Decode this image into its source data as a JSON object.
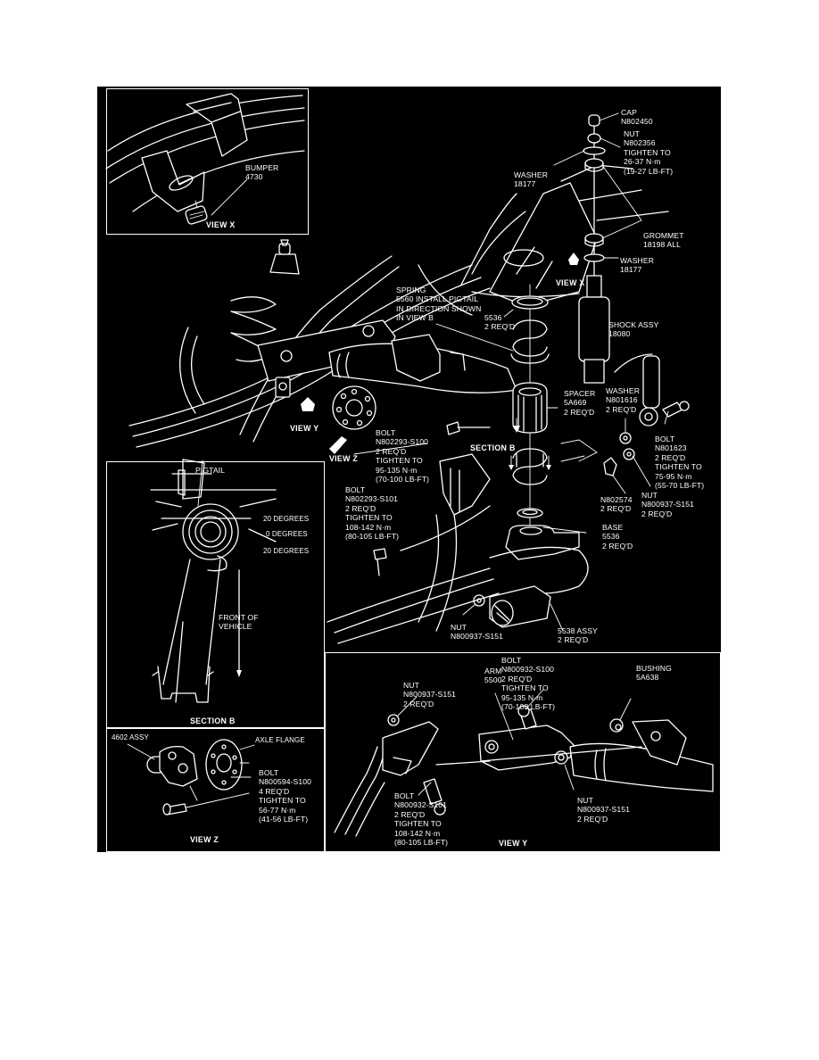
{
  "diagram": {
    "subject": "Rear suspension exploded view",
    "colors": {
      "background": "#000000",
      "linework": "#ffffff",
      "page": "#ffffff"
    },
    "view_x": {
      "title": "VIEW X",
      "bumper": [
        "BUMPER",
        "4730"
      ]
    },
    "main": {
      "cap": [
        "CAP",
        "N802450"
      ],
      "nut_top": [
        "NUT",
        "N802356",
        "TIGHTEN TO",
        "26-37 N·m",
        "(19-27 LB-FT)"
      ],
      "washer_top": [
        "WASHER",
        "18177"
      ],
      "grommet": [
        "GROMMET",
        "18198 ALL"
      ],
      "washer_lower": [
        "WASHER",
        "18177"
      ],
      "view_x_marker": "VIEW X",
      "spring": [
        "SPRING",
        "5560 INSTALL PIGTAIL",
        "IN DIRECTION SHOWN",
        "IN VIEW B"
      ],
      "insulator": [
        "5536",
        "2 REQ'D"
      ],
      "shock": [
        "SHOCK ASSY",
        "18080"
      ],
      "spacer": [
        "SPACER",
        "5A669",
        "2 REQ'D"
      ],
      "washer_shock": [
        "WASHER",
        "N801616",
        "2 REQ'D"
      ],
      "bolt_shock": [
        "BOLT",
        "N801623",
        "2 REQ'D",
        "TIGHTEN TO",
        "75-95 N·m",
        "(55-70 LB-FT)"
      ],
      "nut_shock": [
        "NUT",
        "N800937-S151",
        "2 REQ'D"
      ],
      "clip": [
        "N802574",
        "2 REQ'D"
      ],
      "base": [
        "BASE",
        "5536",
        "2 REQ'D"
      ],
      "view_y_marker": "VIEW Y",
      "view_z_marker": "VIEW Z",
      "section_b_marker": "SECTION B",
      "bolt_upper": [
        "BOLT",
        "N802293-S100",
        "2 REQ'D",
        "TIGHTEN TO",
        "95-135 N·m",
        "(70-100 LB-FT)"
      ],
      "bolt_lower": [
        "BOLT",
        "N802293-S101",
        "2 REQ'D",
        "TIGHTEN TO",
        "108-142 N·m",
        "(80-105 LB-FT)"
      ],
      "nut_frame": [
        "NUT",
        "N800937-S151"
      ],
      "assy_5538": [
        "5538 ASSY",
        "2 REQ'D"
      ]
    },
    "section_b": {
      "title": "SECTION B",
      "pigtail": "PIGTAIL",
      "angles": [
        "20 DEGREES",
        "0 DEGREES",
        "20 DEGREES"
      ],
      "front": [
        "FRONT OF",
        "VEHICLE"
      ]
    },
    "view_z": {
      "title": "VIEW Z",
      "assy": "4602 ASSY",
      "flange": "AXLE FLANGE",
      "bolt": [
        "BOLT",
        "N800594-S100",
        "4 REQ'D",
        "TIGHTEN TO",
        "56-77 N·m",
        "(41-56 LB-FT)"
      ]
    },
    "view_y": {
      "title": "VIEW Y",
      "nut_left": [
        "NUT",
        "N800937-S151",
        "2 REQ'D"
      ],
      "arm": [
        "ARM",
        "5500"
      ],
      "bolt_top": [
        "BOLT",
        "N800932-S100",
        "2 REQ'D",
        "TIGHTEN TO",
        "95-135 N·m",
        "(70-100 LB-FT)"
      ],
      "bushing": [
        "BUSHING",
        "5A638"
      ],
      "bolt_bottom": [
        "BOLT",
        "N800932-S101",
        "2 REQ'D",
        "TIGHTEN TO",
        "108-142 N·m",
        "(80-105 LB-FT)"
      ],
      "nut_right": [
        "NUT",
        "N800937-S151",
        "2 REQ'D"
      ]
    }
  }
}
